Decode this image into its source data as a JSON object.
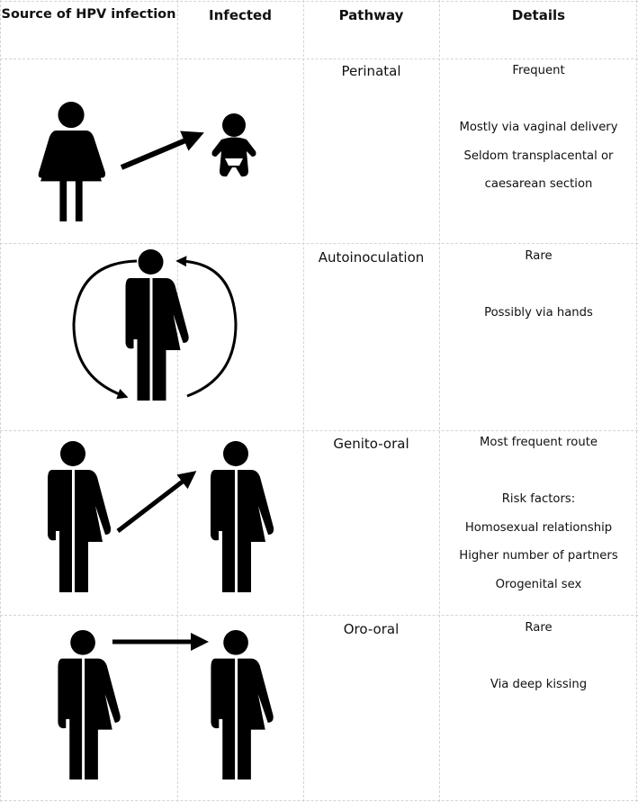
{
  "header": {
    "source": "Source of HPV infection",
    "infected": "Infected",
    "pathway": "Pathway",
    "details": "Details"
  },
  "rows": [
    {
      "pathway": "Perinatal",
      "details": [
        "Frequent",
        "",
        "Mostly via vaginal delivery",
        "Seldom transplacental or",
        "caesarean section"
      ]
    },
    {
      "pathway": "Autoinoculation",
      "details": [
        "Rare",
        "",
        "Possibly via hands"
      ]
    },
    {
      "pathway": "Genito-oral",
      "details": [
        "Most frequent route",
        "",
        "Risk factors:",
        "Homosexual relationship",
        "Higher number of partners",
        "Orogenital sex"
      ]
    },
    {
      "pathway": "Oro-oral",
      "details": [
        "Rare",
        "",
        "Via deep kissing"
      ]
    }
  ]
}
